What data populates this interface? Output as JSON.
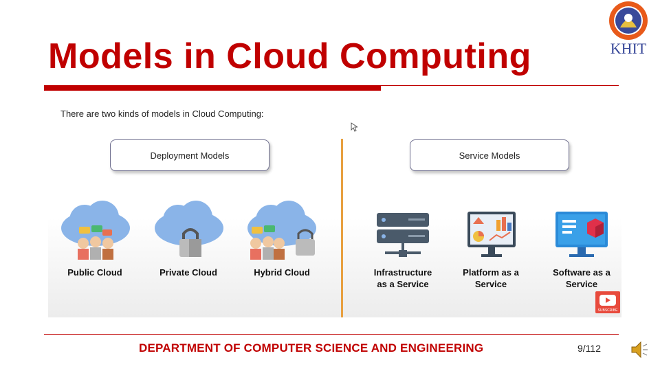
{
  "slide": {
    "title": "Models in Cloud Computing",
    "logo_text": "KHIT",
    "intro": "There are two kinds of models in Cloud Computing:",
    "deployment_label": "Deployment Models",
    "service_label": "Service Models",
    "deployment_items": [
      "Public Cloud",
      "Private Cloud",
      "Hybrid Cloud"
    ],
    "service_items": [
      [
        "Infrastructure",
        "as a Service"
      ],
      [
        "Platform as a",
        "Service"
      ],
      [
        "Software as a",
        "Service"
      ]
    ],
    "subscribe_text": "SUBSCRIBE",
    "footer": "DEPARTMENT OF COMPUTER SCIENCE AND ENGINEERING",
    "page_number": "9/112"
  },
  "colors": {
    "accent": "#c00000",
    "cloud": "#8ab4e8",
    "divider": "#e8a040"
  }
}
